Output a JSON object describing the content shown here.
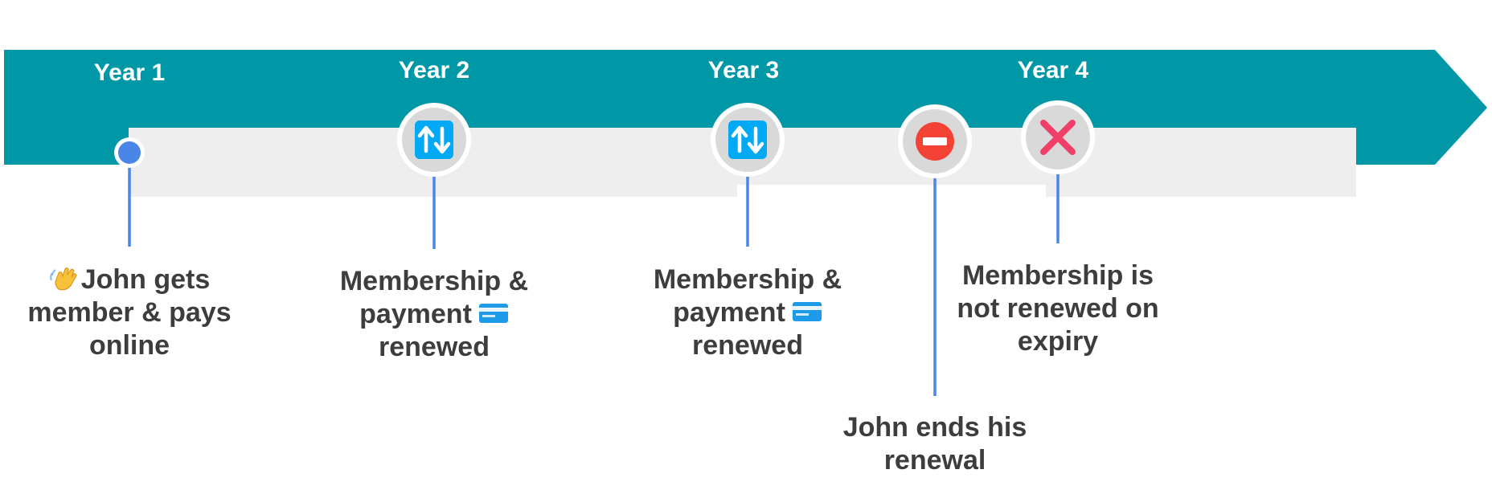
{
  "colors": {
    "banner": "#0097A7",
    "track": "#EEEEEE",
    "connector": "#4A86E8",
    "start_dot": "#4A86E8",
    "node_fill": "#D9D9D9",
    "renew_icon": "#03A9F4",
    "stop_icon": "#F44336",
    "cross_icon": "#F0406A",
    "text": "#3D3D3D",
    "year_text": "#FFFFFF"
  },
  "years": [
    {
      "label": "Year 1"
    },
    {
      "label": "Year 2"
    },
    {
      "label": "Year 3"
    },
    {
      "label": "Year 4"
    }
  ],
  "events": [
    {
      "icon": "start-dot",
      "lines": [
        "John gets",
        "member & pays",
        "online"
      ],
      "leading_icon": "waving-hand-icon"
    },
    {
      "icon": "renew-icon",
      "lines": [
        "Membership &",
        "payment",
        "renewed"
      ],
      "trailing_icon": "credit-card-icon"
    },
    {
      "icon": "renew-icon",
      "lines": [
        "Membership &",
        "payment",
        "renewed"
      ],
      "trailing_icon": "credit-card-icon"
    },
    {
      "icon": "stop-icon",
      "lines": [
        "John ends his",
        "renewal"
      ]
    },
    {
      "icon": "cross-icon",
      "lines": [
        "Membership is",
        "not renewed on",
        "expiry"
      ]
    }
  ]
}
